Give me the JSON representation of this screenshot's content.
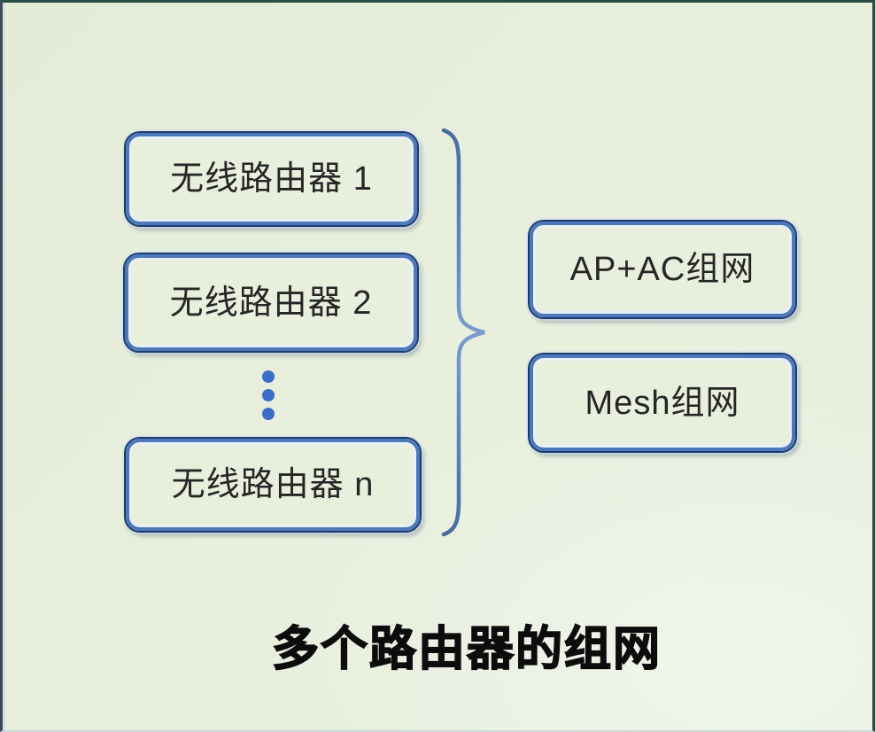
{
  "diagram": {
    "title": "多个路由器的组网",
    "routers": [
      {
        "label": "无线路由器 1"
      },
      {
        "label": "无线路由器 2"
      },
      {
        "label": "无线路由器 n"
      }
    ],
    "options": [
      {
        "label": "AP+AC组网"
      },
      {
        "label": "Mesh组网"
      }
    ],
    "ellipsis_dot_count": 3,
    "colors": {
      "background": "#e7eedd",
      "box_fill": "#e9efdd",
      "box_border_dark": "#1c3c6e",
      "box_border_mid": "#4d79bb",
      "box_border_highlight": "#e9f1f8",
      "brace_stroke": "#5b82c4",
      "dot_blue": "#3a6cc8",
      "text": "#262626",
      "title_text": "#0c0c0c",
      "frame_teal": "#2c4c46"
    }
  }
}
